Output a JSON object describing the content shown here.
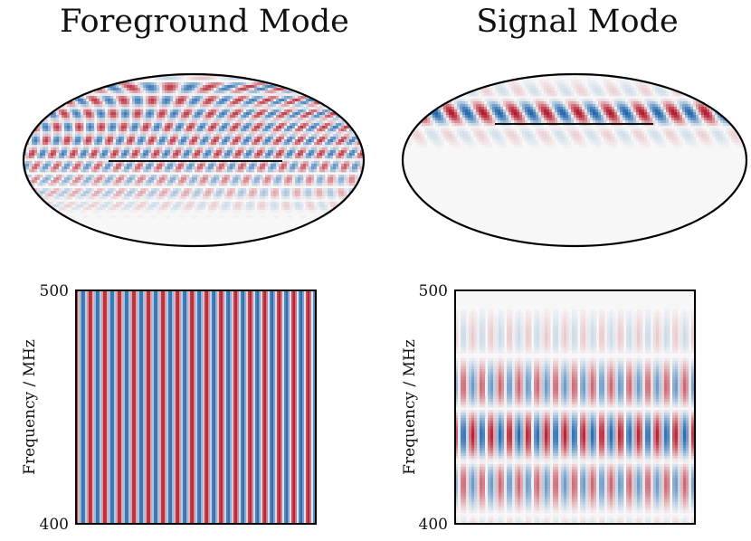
{
  "panels": [
    {
      "title": "Foreground Mode",
      "map": {
        "pattern": "foreground",
        "projection": "mollweide",
        "colormap": "RdBu"
      },
      "spectrum": {
        "pattern": "foreground",
        "ylabel": "Frequency / MHz",
        "ymin_label": "400",
        "ymax_label": "500"
      }
    },
    {
      "title": "Signal Mode",
      "map": {
        "pattern": "signal",
        "projection": "mollweide",
        "colormap": "RdBu"
      },
      "spectrum": {
        "pattern": "signal",
        "ylabel": "Frequency / MHz",
        "ymin_label": "400",
        "ymax_label": "500"
      }
    }
  ],
  "chart_data": [
    {
      "type": "heatmap",
      "title": "Foreground Mode",
      "projection": "mollweide",
      "colormap": "RdBu"
    },
    {
      "type": "heatmap",
      "title": "Foreground Mode",
      "xlabel": "",
      "ylabel": "Frequency / MHz",
      "ylim": [
        400,
        500
      ],
      "ytick_labels": [
        "400",
        "500"
      ],
      "colormap": "RdBu"
    },
    {
      "type": "heatmap",
      "title": "Signal Mode",
      "projection": "mollweide",
      "colormap": "RdBu"
    },
    {
      "type": "heatmap",
      "title": "Signal Mode",
      "xlabel": "",
      "ylabel": "Frequency / MHz",
      "ylim": [
        400,
        500
      ],
      "ytick_labels": [
        "400",
        "500"
      ],
      "colormap": "RdBu"
    }
  ]
}
